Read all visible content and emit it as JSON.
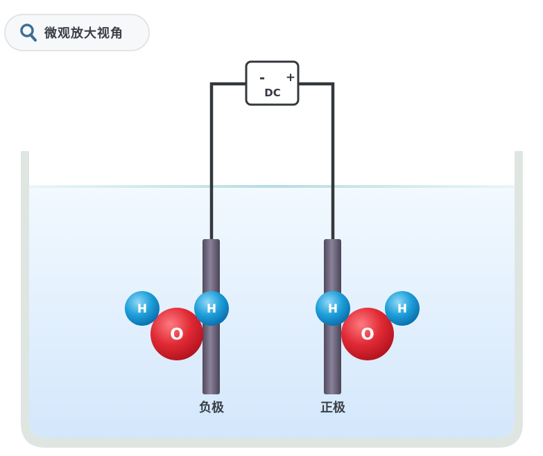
{
  "toolbar": {
    "micro_view_label": "微观放大视角",
    "icon": "magnifier-icon"
  },
  "power_supply": {
    "label": "DC",
    "negative_sign": "-",
    "positive_sign": "+"
  },
  "electrodes": {
    "cathode_label": "负极",
    "anode_label": "正极"
  },
  "molecules": {
    "left": {
      "oxygen": "O",
      "hydrogen_1": "H",
      "hydrogen_2": "H"
    },
    "right": {
      "oxygen": "O",
      "hydrogen_1": "H",
      "hydrogen_2": "H"
    }
  },
  "colors": {
    "oxygen": "#d9242f",
    "hydrogen": "#1a9ad6",
    "electrode": "#6a6378",
    "wire": "#33383d",
    "water_top": "#f2f9ff",
    "water_bottom": "#d3e7fb",
    "container": "#dfe6e1"
  }
}
